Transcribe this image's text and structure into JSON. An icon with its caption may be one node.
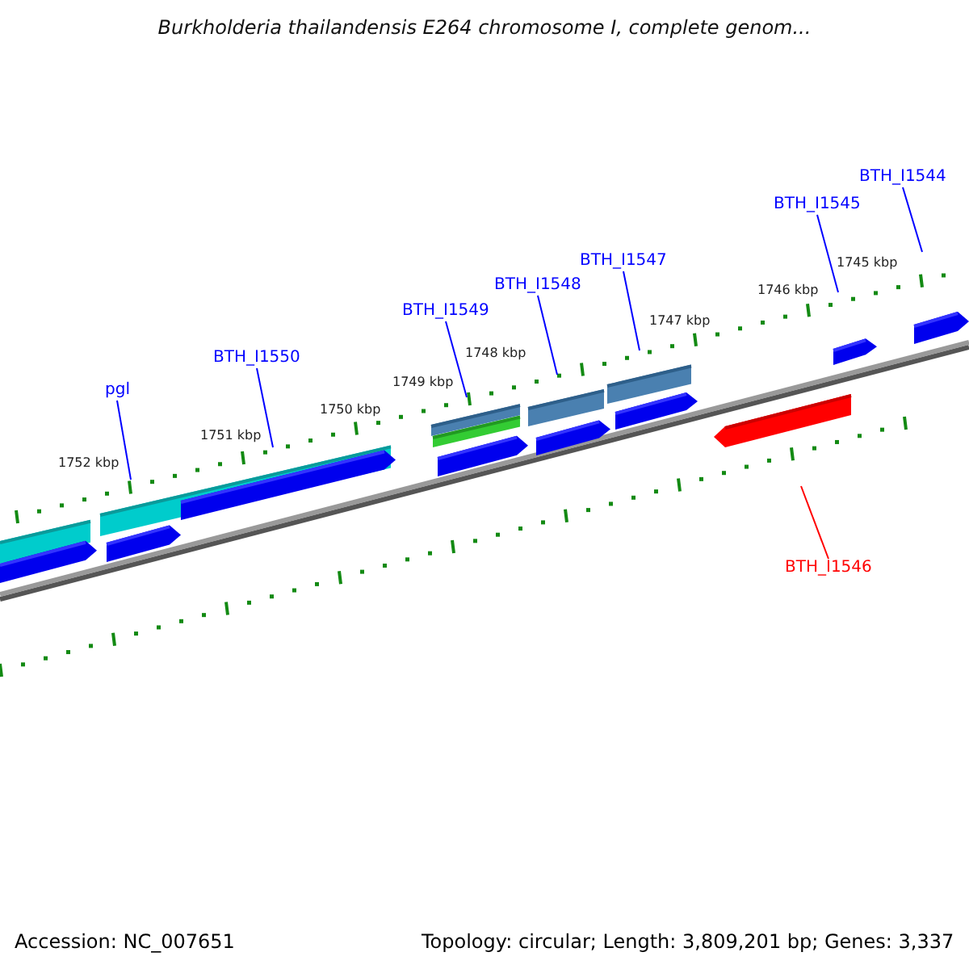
{
  "diagram": {
    "title": "Burkholderia thailandensis E264 chromosome I, complete genom...",
    "nodes": [
      {
        "text": [
          "pgl"
        ]
      },
      {
        "text": [
          "BTH_I1550"
        ]
      },
      {
        "text": [
          "BTH_I1549"
        ]
      },
      {
        "text": [
          "BTH_I1548"
        ]
      },
      {
        "text": [
          "BTH_I1547"
        ]
      },
      {
        "text": [
          "BTH_I1545"
        ]
      },
      {
        "text": [
          "BTH_I1544"
        ]
      },
      {
        "text": [
          "BTH_I1546"
        ]
      }
    ],
    "edges": [
      {
        "from": 0,
        "to": null,
        "arrow": "none"
      },
      {
        "from": 1,
        "to": null,
        "arrow": "none"
      },
      {
        "from": 2,
        "to": null,
        "arrow": "none"
      },
      {
        "from": 3,
        "to": null,
        "arrow": "none"
      },
      {
        "from": 4,
        "to": null,
        "arrow": "none"
      },
      {
        "from": 5,
        "to": null,
        "arrow": "none"
      },
      {
        "from": 6,
        "to": null,
        "arrow": "none"
      },
      {
        "from": 7,
        "to": null,
        "arrow": "none",
        "color": "#ff0000"
      }
    ],
    "labels": [
      "1745 kbp",
      "1746 kbp",
      "1747 kbp",
      "1748 kbp",
      "1749 kbp",
      "1750 kbp",
      "1751 kbp",
      "1752 kbp",
      "Accession: NC_007651",
      "Topology: circular; Length: 3,809,201 bp; Genes: 3,337"
    ]
  }
}
